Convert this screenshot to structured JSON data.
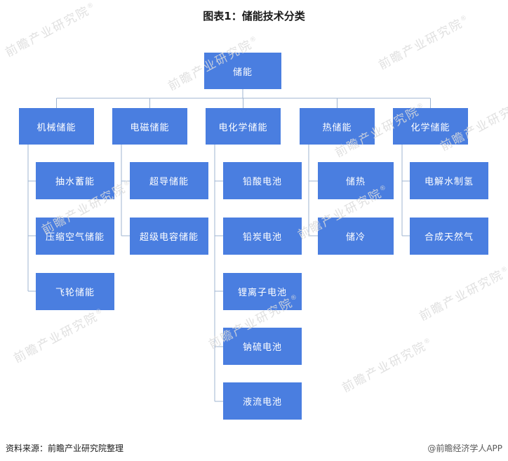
{
  "title": "图表1：储能技术分类",
  "tree": {
    "root": "储能",
    "branches": [
      {
        "label": "机械储能",
        "children": [
          "抽水蓄能",
          "压缩空气储能",
          "飞轮储能"
        ]
      },
      {
        "label": "电磁储能",
        "children": [
          "超导储能",
          "超级电容储能"
        ]
      },
      {
        "label": "电化学储能",
        "children": [
          "铅酸电池",
          "铅炭电池",
          "锂离子电池",
          "钠硫电池",
          "液流电池"
        ]
      },
      {
        "label": "热储能",
        "children": [
          "储热",
          "储冷"
        ]
      },
      {
        "label": "化学储能",
        "children": [
          "电解水制氢",
          "合成天然气"
        ]
      }
    ]
  },
  "watermark": {
    "text": "前瞻产业研究院",
    "mark": "®"
  },
  "footer": {
    "source": "资料来源：前瞻产业研究院整理",
    "brand": "@前瞻经济学人APP"
  },
  "colors": {
    "node_bg": "#4A7EE0",
    "node_text": "#FFFFFF",
    "connector": "#9FB4D0"
  }
}
